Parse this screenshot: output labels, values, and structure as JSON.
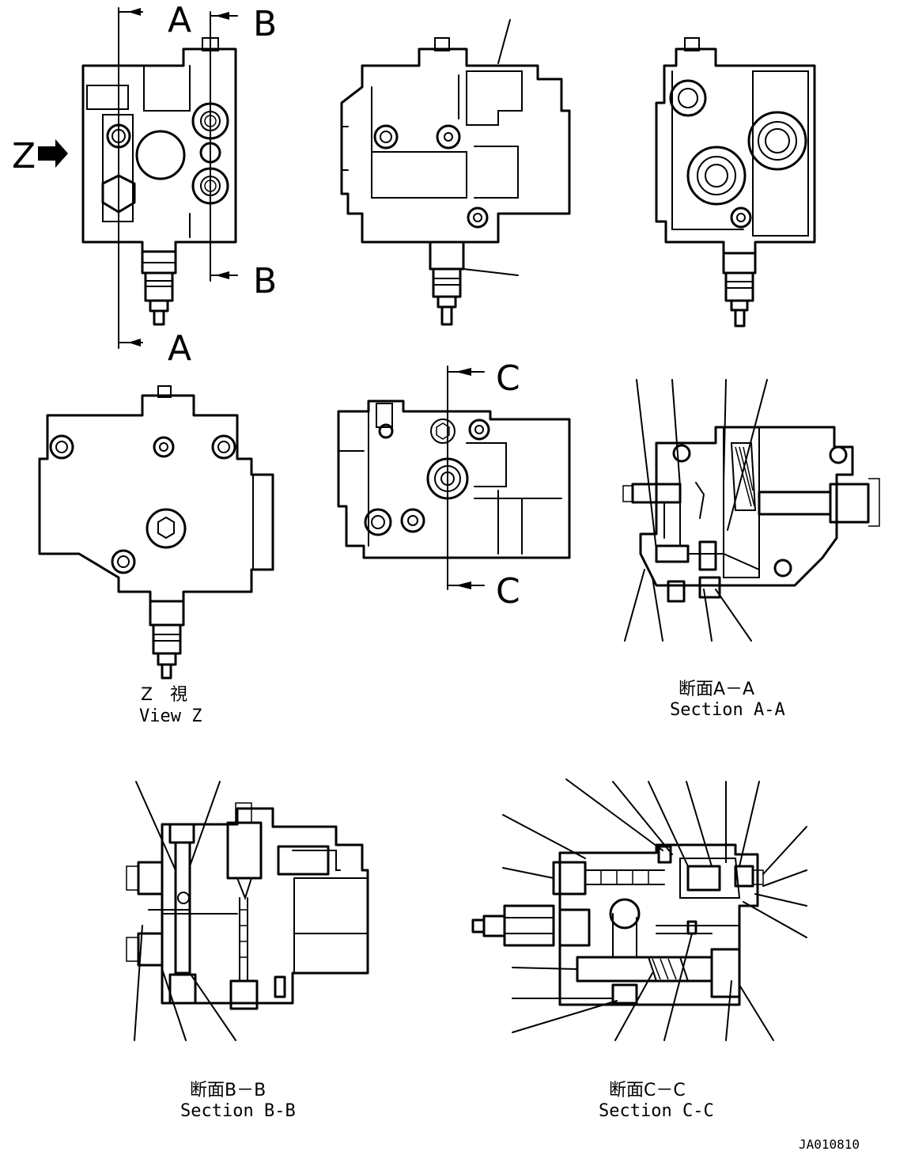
{
  "section_markers": {
    "a_top": "A",
    "a_bottom": "A",
    "b_top": "B",
    "b_bottom": "B",
    "c_top": "C",
    "c_bottom": "C",
    "z_marker": "Z"
  },
  "captions": {
    "view_z_jp": "Z　視",
    "view_z_en": "View Z",
    "section_aa_jp": "断面A－A",
    "section_aa_en": "Section A-A",
    "section_bb_jp": "断面B－B",
    "section_bb_en": "Section B-B",
    "section_cc_jp": "断面C－C",
    "section_cc_en": "Section C-C"
  },
  "drawing_code": "JA010810"
}
